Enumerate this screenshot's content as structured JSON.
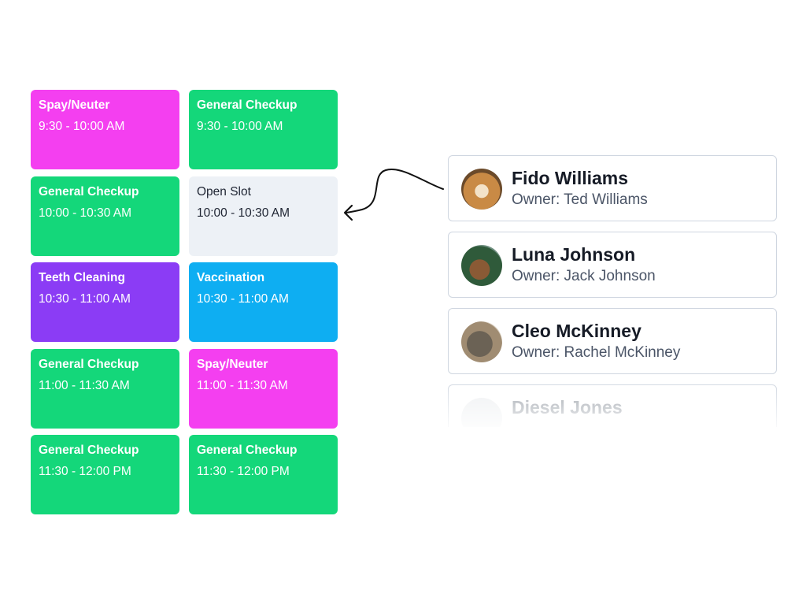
{
  "schedule": [
    {
      "title": "Spay/Neuter",
      "time": "9:30 - 10:00 AM",
      "color": "#f43ff0"
    },
    {
      "title": "General Checkup",
      "time": "9:30 - 10:00 AM",
      "color": "#14d77a"
    },
    {
      "title": "General Checkup",
      "time": "10:00 - 10:30 AM",
      "color": "#14d77a"
    },
    {
      "title": "Open Slot",
      "time": "10:00 - 10:30 AM",
      "color": "#edf1f6"
    },
    {
      "title": "Teeth Cleaning",
      "time": "10:30 - 11:00 AM",
      "color": "#8b3cf5"
    },
    {
      "title": "Vaccination",
      "time": "10:30 - 11:00 AM",
      "color": "#0eaef2"
    },
    {
      "title": "General Checkup",
      "time": "11:00 - 11:30 AM",
      "color": "#14d77a"
    },
    {
      "title": "Spay/Neuter",
      "time": "11:00 - 11:30 AM",
      "color": "#f43ff0"
    },
    {
      "title": "General Checkup",
      "time": "11:30 - 12:00 PM",
      "color": "#14d77a"
    },
    {
      "title": "General Checkup",
      "time": "11:30 - 12:00 PM",
      "color": "#14d77a"
    }
  ],
  "patients": [
    {
      "name": "Fido Williams",
      "owner": "Owner: Ted Williams",
      "avatar": "beagle-dog"
    },
    {
      "name": "Luna Johnson",
      "owner": "Owner: Jack Johnson",
      "avatar": "shepherd-dog"
    },
    {
      "name": "Cleo McKinney",
      "owner": "Owner: Rachel McKinney",
      "avatar": "tabby-cat"
    },
    {
      "name": "Diesel Jones",
      "owner": "",
      "avatar": "white-dog"
    }
  ]
}
